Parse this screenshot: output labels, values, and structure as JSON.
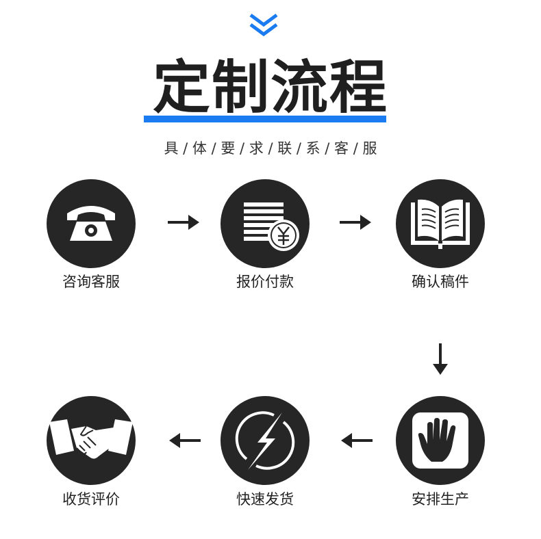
{
  "header": {
    "title": "定制流程",
    "subtitle": "具 / 体 / 要 / 求 / 联 / 系 / 客 / 服",
    "accent_color": "#1b7bf0"
  },
  "steps": [
    {
      "label": "咨询客服",
      "icon": "telephone-icon"
    },
    {
      "label": "报价付款",
      "icon": "invoice-yen-icon"
    },
    {
      "label": "确认稿件",
      "icon": "open-book-icon"
    },
    {
      "label": "安排生产",
      "icon": "hand-icon"
    },
    {
      "label": "快速发货",
      "icon": "lightning-icon"
    },
    {
      "label": "收货评价",
      "icon": "handshake-icon"
    }
  ],
  "colors": {
    "circle": "#262626",
    "icon": "#ffffff",
    "arrow": "#222222"
  }
}
